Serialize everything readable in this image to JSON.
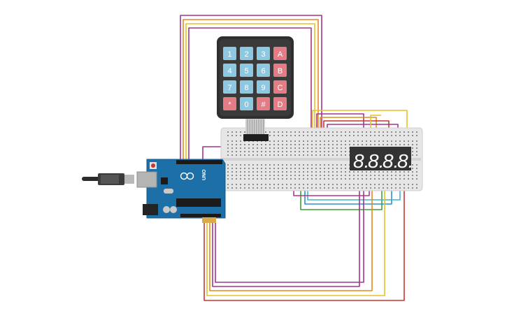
{
  "keypad": {
    "keys": [
      {
        "label": "1",
        "kind": "num"
      },
      {
        "label": "2",
        "kind": "num"
      },
      {
        "label": "3",
        "kind": "num"
      },
      {
        "label": "A",
        "kind": "letter"
      },
      {
        "label": "4",
        "kind": "num"
      },
      {
        "label": "5",
        "kind": "num"
      },
      {
        "label": "6",
        "kind": "num"
      },
      {
        "label": "B",
        "kind": "letter"
      },
      {
        "label": "7",
        "kind": "num"
      },
      {
        "label": "8",
        "kind": "num"
      },
      {
        "label": "9",
        "kind": "num"
      },
      {
        "label": "C",
        "kind": "letter"
      },
      {
        "label": "*",
        "kind": "letter"
      },
      {
        "label": "0",
        "kind": "num"
      },
      {
        "label": "#",
        "kind": "letter"
      },
      {
        "label": "D",
        "kind": "letter"
      }
    ],
    "colors": {
      "num": "#8dc8e3",
      "letter": "#e47c86",
      "body": "#2f2f2f"
    }
  },
  "arduino": {
    "model_label": "UNO",
    "board_color": "#1d6fa8"
  },
  "display": {
    "digit_count": 4,
    "digit_glyph": "8.",
    "segment_color": "#ffffff",
    "body_color": "#333333"
  },
  "wire_colors": {
    "purple": "#a2358f",
    "orange": "#e58a1f",
    "yellow": "#e2c32a",
    "red": "#c8372f",
    "green": "#3da234",
    "blue": "#2c8fd6",
    "cyan": "#41b6c4",
    "magenta": "#b5348f"
  }
}
